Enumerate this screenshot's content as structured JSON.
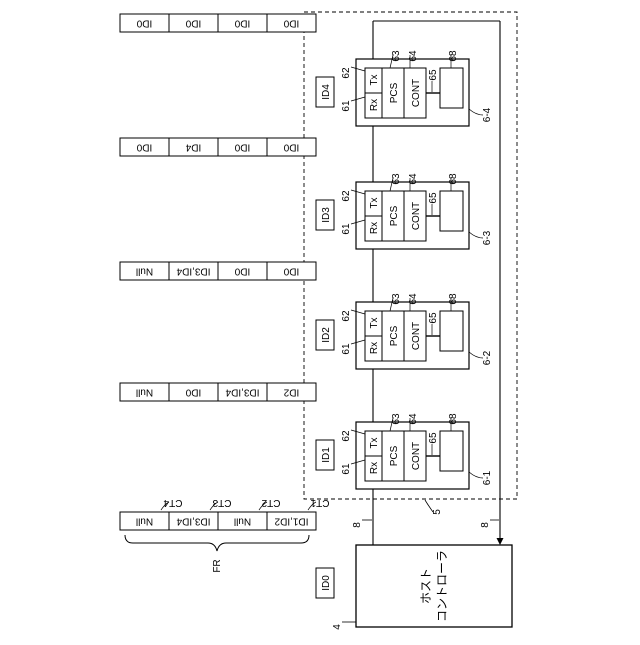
{
  "host": {
    "ref_label": "4",
    "id_label": "ID0",
    "title_line1": "ホスト",
    "title_line2": "コントローラ"
  },
  "ring": {
    "enclosure_ref": "5",
    "bus_ref_left": "8",
    "bus_ref_right": "8"
  },
  "frame_group": {
    "label": "FR",
    "frames": [
      {
        "label": "CT1",
        "content": "ID1,ID2"
      },
      {
        "label": "CT2",
        "content": "Null"
      },
      {
        "label": "CT3",
        "content": "ID3,ID4"
      },
      {
        "label": "CT4",
        "content": "Null"
      }
    ]
  },
  "modules": [
    {
      "id": "ID1",
      "ref": "6-1",
      "rx": "Rx",
      "tx": "Tx",
      "pcs": "PCS",
      "cont": "CONT",
      "ref_rx": "61",
      "ref_tx": "62",
      "ref_pcs": "63",
      "ref_cont": "64",
      "ref_link": "65",
      "ref_mem": "68"
    },
    {
      "id": "ID2",
      "ref": "6-2",
      "rx": "Rx",
      "tx": "Tx",
      "pcs": "PCS",
      "cont": "CONT",
      "ref_rx": "61",
      "ref_tx": "62",
      "ref_pcs": "63",
      "ref_cont": "64",
      "ref_link": "65",
      "ref_mem": "68"
    },
    {
      "id": "ID3",
      "ref": "6-3",
      "rx": "Rx",
      "tx": "Tx",
      "pcs": "PCS",
      "cont": "CONT",
      "ref_rx": "61",
      "ref_tx": "62",
      "ref_pcs": "63",
      "ref_cont": "64",
      "ref_link": "65",
      "ref_mem": "68"
    },
    {
      "id": "ID4",
      "ref": "6-4",
      "rx": "Rx",
      "tx": "Tx",
      "pcs": "PCS",
      "cont": "CONT",
      "ref_rx": "61",
      "ref_tx": "62",
      "ref_pcs": "63",
      "ref_cont": "64",
      "ref_link": "65",
      "ref_mem": "68"
    }
  ],
  "frame_stages": [
    {
      "cells": [
        "ID2",
        "ID3,ID4",
        "ID0",
        "Null"
      ]
    },
    {
      "cells": [
        "ID0",
        "ID0",
        "ID3,ID4",
        "Null"
      ]
    },
    {
      "cells": [
        "ID0",
        "ID0",
        "ID4",
        "ID0"
      ]
    },
    {
      "cells": [
        "ID0",
        "ID0",
        "ID0",
        "ID0"
      ]
    }
  ]
}
